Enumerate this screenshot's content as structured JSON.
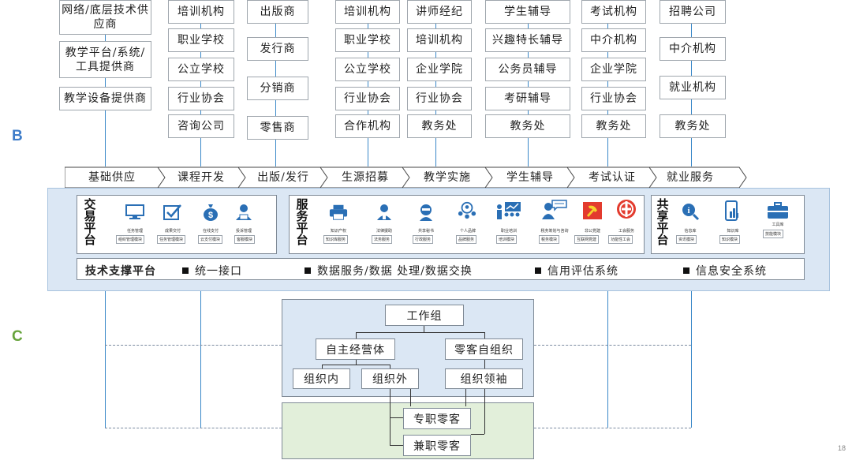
{
  "side_labels": {
    "b": {
      "text": "B",
      "color": "#3d7cc9"
    },
    "c": {
      "text": "C",
      "color": "#66a33b"
    }
  },
  "top_columns": [
    [
      "网络/底层技术供应商",
      "教学平台/系统/工具提供商",
      "教学设备提供商"
    ],
    [
      "培训机构",
      "职业学校",
      "公立学校",
      "行业协会",
      "咨询公司"
    ],
    [
      "出版商",
      "发行商",
      "分销商",
      "零售商"
    ],
    [
      "培训机构",
      "职业学校",
      "公立学校",
      "行业协会",
      "合作机构"
    ],
    [
      "讲师经纪",
      "培训机构",
      "企业学院",
      "行业协会",
      "教务处"
    ],
    [
      "学生辅导",
      "兴趣特长辅导",
      "公务员辅导",
      "考研辅导",
      "教务处"
    ],
    [
      "考试机构",
      "中介机构",
      "企业学院",
      "行业协会",
      "教务处"
    ],
    [
      "招聘公司",
      "中介机构",
      "就业机构",
      "教务处"
    ]
  ],
  "value_chain": [
    "基础供应",
    "课程开发",
    "出版/发行",
    "生源招募",
    "教学实施",
    "学生辅导",
    "考试认证",
    "就业服务"
  ],
  "platforms": {
    "trade": {
      "title": "交易平台",
      "items": [
        {
          "icon": "monitor-icon",
          "label": "任务管理",
          "tag": "组织管理模块"
        },
        {
          "icon": "checkbox-icon",
          "label": "成果交付",
          "tag": "任务管理模块"
        },
        {
          "icon": "money-bag-icon",
          "label": "在线支付",
          "tag": "云支付模块"
        },
        {
          "icon": "user-card-icon",
          "label": "投诉管理",
          "tag": "客服模块"
        }
      ]
    },
    "service": {
      "title": "服务平台",
      "items": [
        {
          "icon": "printer-icon",
          "label": "知识产权",
          "tag": "知识库服务"
        },
        {
          "icon": "person-pen-icon",
          "label": "法律援助",
          "tag": "法务服务"
        },
        {
          "icon": "assistant-icon",
          "label": "共享秘书",
          "tag": "行政服务"
        },
        {
          "icon": "team-icon",
          "label": "个人品牌",
          "tag": "品牌服务"
        },
        {
          "icon": "training-icon",
          "label": "职业培训",
          "tag": "培训模块"
        },
        {
          "icon": "consult-icon",
          "label": "税务筹划与咨询",
          "tag": "税务模块"
        },
        {
          "icon": "party-emblem-icon",
          "label": "非公党建",
          "tag": "互联网党建"
        },
        {
          "icon": "union-emblem-icon",
          "label": "工会服务",
          "tag": "功能性工会"
        }
      ]
    },
    "share": {
      "title": "共享平台",
      "items": [
        {
          "icon": "info-magnifier-icon",
          "label": "信息库",
          "tag": "资讯模块"
        },
        {
          "icon": "phone-chart-icon",
          "label": "知识库",
          "tag": "知识模块"
        },
        {
          "icon": "toolbox-icon",
          "label": "工具库",
          "tag": "技能模块"
        }
      ]
    }
  },
  "tech_platform": {
    "title": "技术支撑平台",
    "items": [
      "统一接口",
      "数据服务/数据 处理/数据交换",
      "信用评估系统",
      "信息安全系统"
    ]
  },
  "org": {
    "root": "工作组",
    "branch_left": "自主经营体",
    "branch_right": "零客自组织",
    "left_children": [
      "组织内",
      "组织外"
    ],
    "right_child": "组织领袖",
    "freelancers": [
      "专职零客",
      "兼职零客"
    ]
  },
  "page_number": "18"
}
